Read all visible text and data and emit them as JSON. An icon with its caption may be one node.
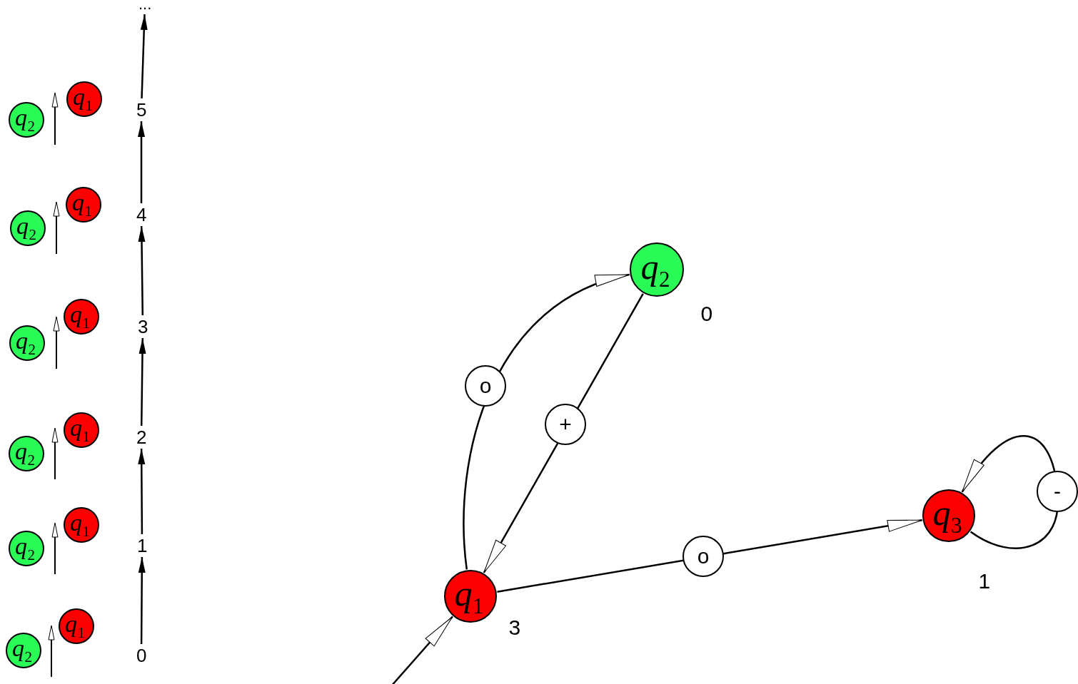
{
  "diagram": {
    "nodes": [
      {
        "text": [
          "..."
        ]
      },
      {
        "text": [
          "q$_{2}$"
        ]
      },
      {
        "text": [
          "q$_{1}$"
        ]
      },
      {
        "text": [
          "5"
        ]
      },
      {
        "text": [
          "q$_{2}$"
        ]
      },
      {
        "text": [
          "q$_{1}$"
        ]
      },
      {
        "text": [
          "4"
        ]
      },
      {
        "text": [
          "q$_{2}$"
        ]
      },
      {
        "text": [
          "q$_{1}$"
        ]
      },
      {
        "text": [
          "3"
        ]
      },
      {
        "text": [
          "q$_{2}$"
        ]
      },
      {
        "text": [
          "q$_{1}$"
        ]
      },
      {
        "text": [
          "2"
        ]
      },
      {
        "text": [
          "q$_{2}$"
        ]
      },
      {
        "text": [
          "q$_{1}$"
        ]
      },
      {
        "text": [
          "1"
        ]
      },
      {
        "text": [
          "q$_{2}$"
        ]
      },
      {
        "text": [
          "q$_{1}$"
        ]
      },
      {
        "text": [
          "0"
        ]
      },
      {
        "text": [
          "q$_{2}$"
        ],
        "beside": [
          "0"
        ]
      },
      {
        "text": [
          "q$_{3}$"
        ],
        "beside": [
          "1"
        ]
      },
      {
        "text": [
          "q$_{1}$"
        ],
        "beside": [
          "3"
        ]
      }
    ],
    "edges": [
      {
        "from": 18,
        "to": 15,
        "arrow": "to"
      },
      {
        "from": 15,
        "to": 12,
        "arrow": "to"
      },
      {
        "from": 12,
        "to": 9,
        "arrow": "to"
      },
      {
        "from": 9,
        "to": 6,
        "arrow": "to"
      },
      {
        "from": 6,
        "to": 3,
        "arrow": "to"
      },
      {
        "from": 3,
        "to": 0,
        "arrow": "to"
      },
      {
        "from": 21,
        "to": 19,
        "arrow": "to",
        "label": "o"
      },
      {
        "from": 19,
        "to": 21,
        "arrow": "to",
        "label": "+"
      },
      {
        "from": 21,
        "to": 20,
        "arrow": "to",
        "label": "o"
      },
      {
        "from": 20,
        "to": 20,
        "arrow": "to",
        "label": "-"
      },
      {
        "from": null,
        "to": 21,
        "arrow": "to"
      }
    ]
  }
}
